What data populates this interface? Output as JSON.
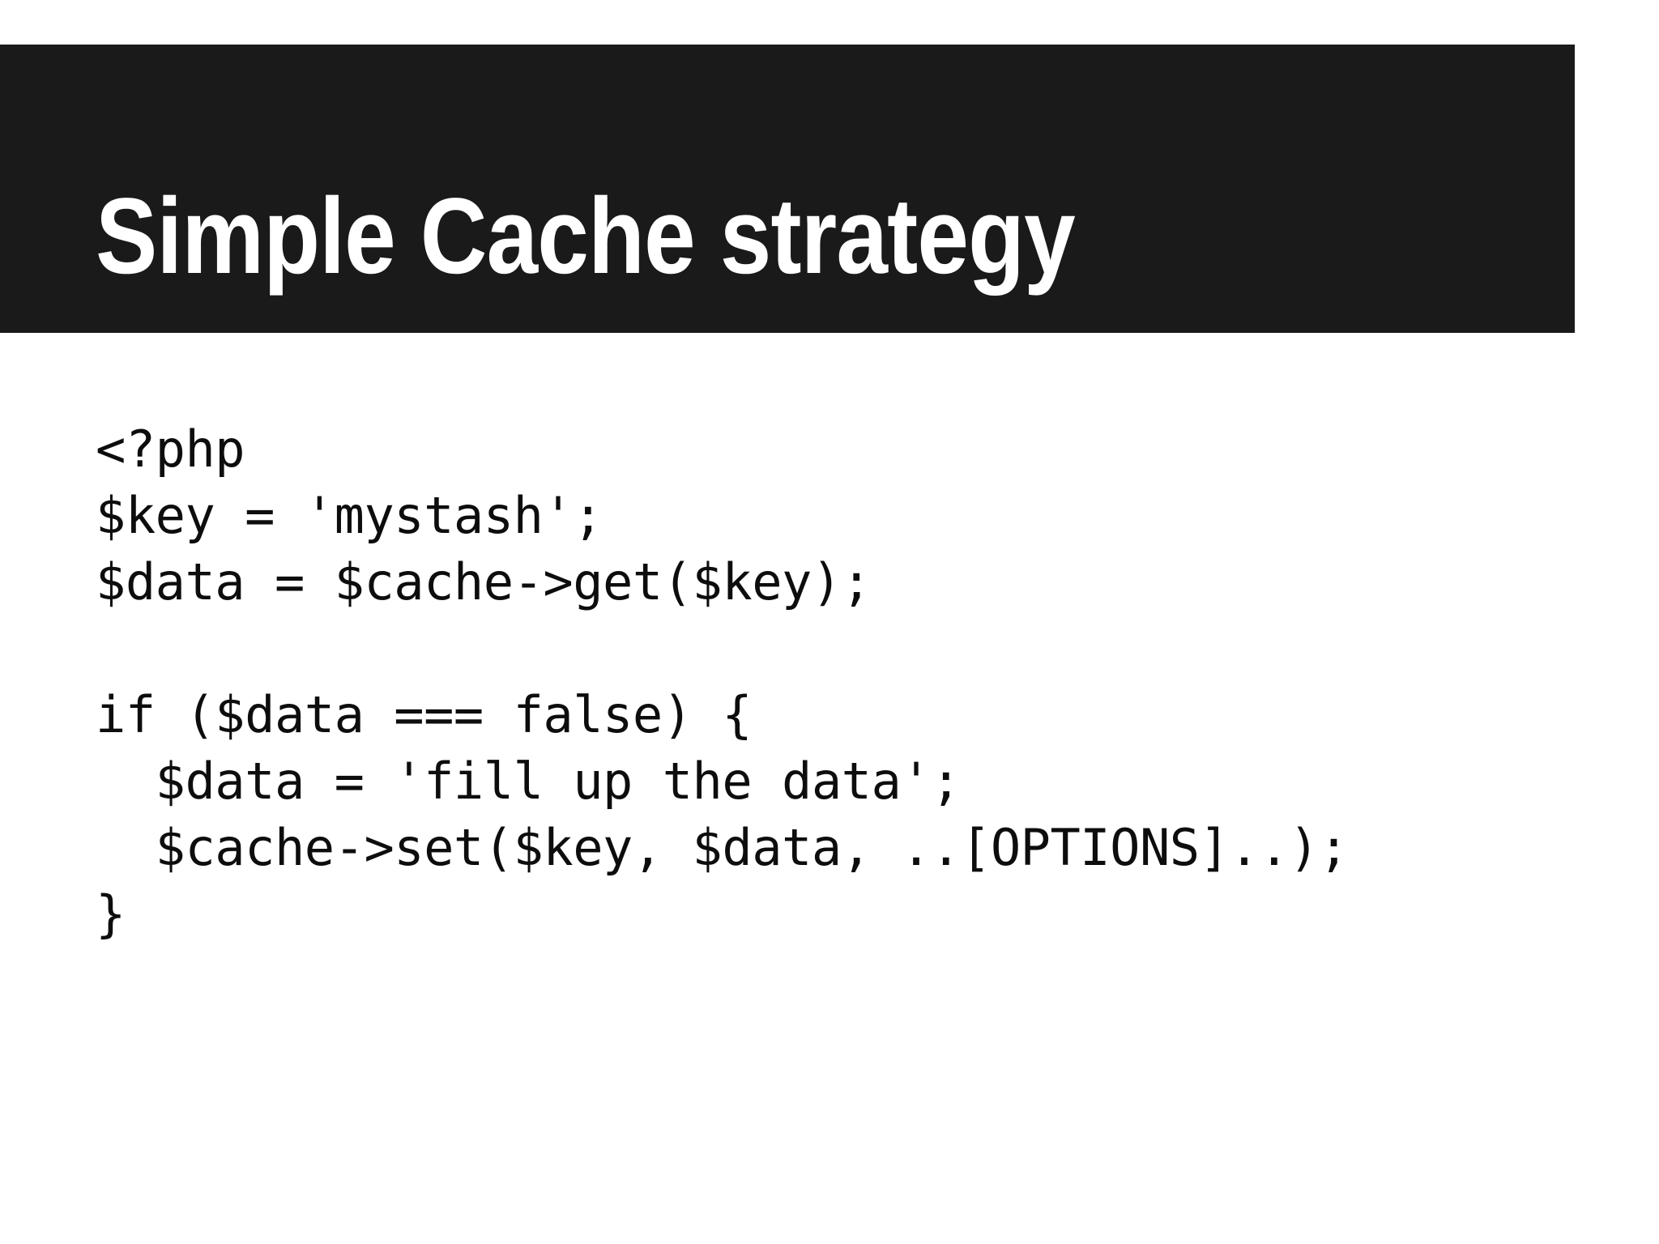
{
  "slide": {
    "background_color": "#ffffff",
    "title_bar": {
      "background_color": "#1a1a1a",
      "text_color": "#ffffff",
      "title": "Simple Cache strategy"
    },
    "code": {
      "language": "php",
      "text_color": "#0d0d0d",
      "lines": [
        "<?php",
        "$key = 'mystash';",
        "$data = $cache->get($key);",
        "",
        "if ($data === false) {",
        "  $data = 'fill up the data';",
        "  $cache->set($key, $data, ..[OPTIONS]..);",
        "}"
      ]
    }
  }
}
